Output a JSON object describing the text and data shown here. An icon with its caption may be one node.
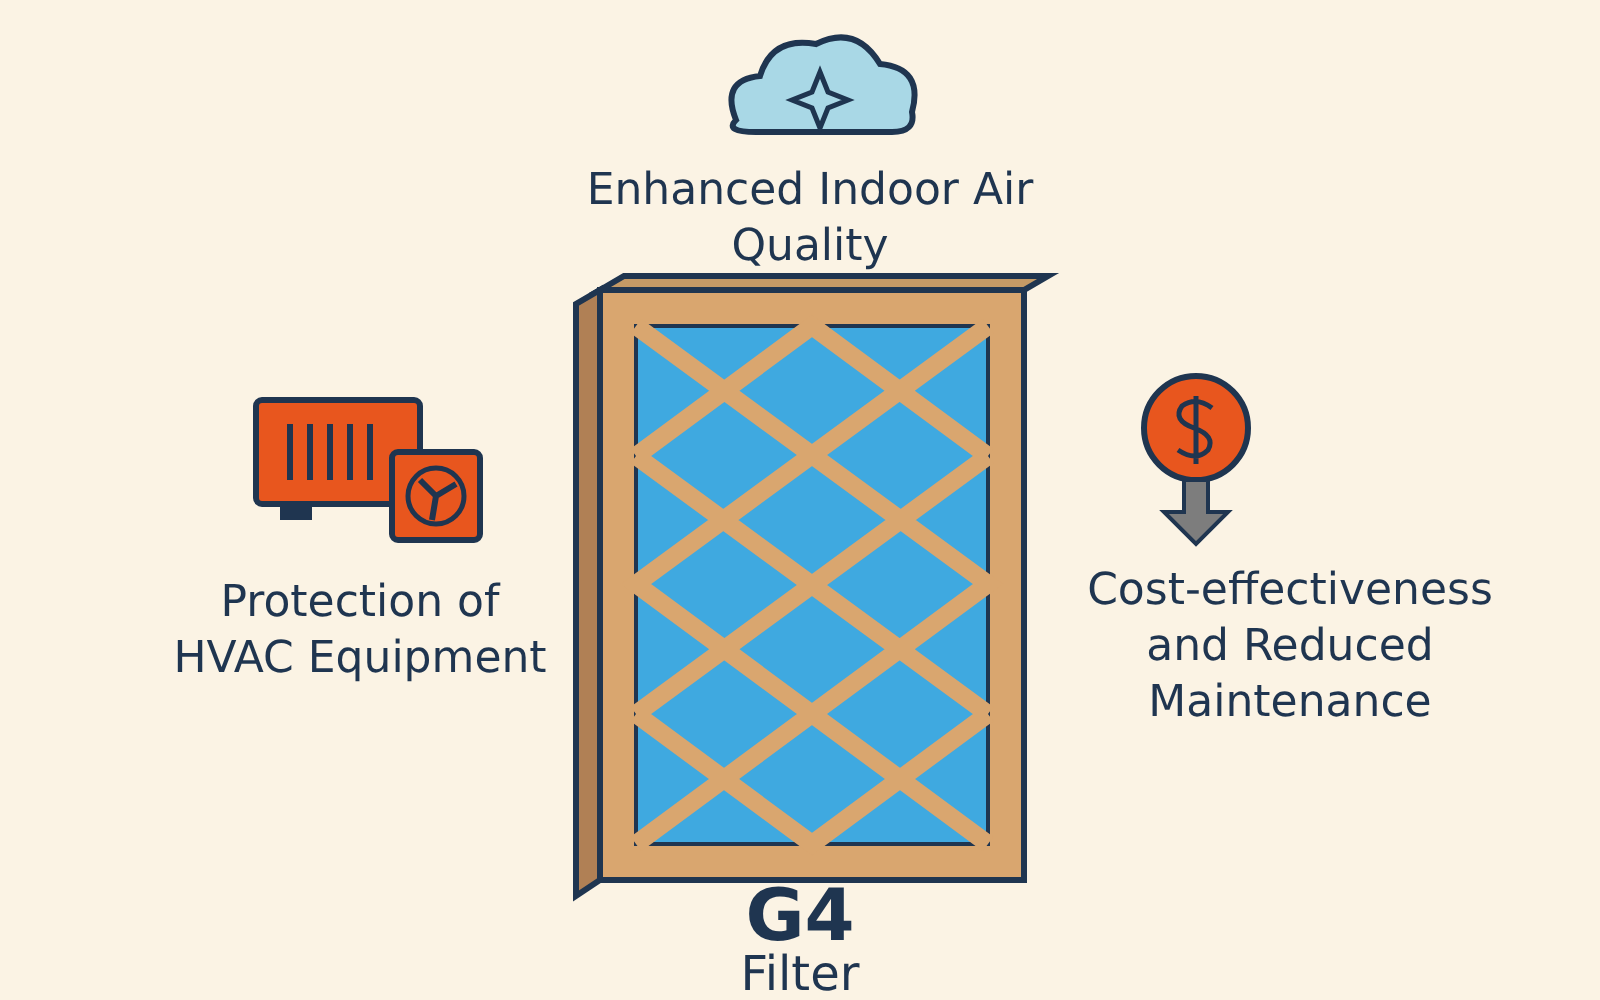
{
  "diagram": {
    "labels": [
      "Enhanced Indoor Air Quality",
      "Protection of HVAC Equipment",
      "Cost-effectiveness and Reduced Maintenance",
      "G4",
      "Filter"
    ]
  }
}
